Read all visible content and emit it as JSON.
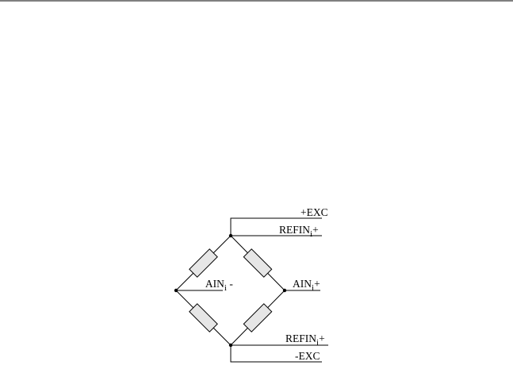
{
  "diagram": {
    "labels": {
      "plus_exc": "+EXC",
      "refin_top": {
        "main": "REFIN",
        "sub": "i",
        "suffix": "+"
      },
      "ain_minus": {
        "main": "AIN",
        "sub": "i",
        "suffix": " -"
      },
      "ain_plus": {
        "main": "AIN",
        "sub": "i",
        "suffix": "+"
      },
      "refin_bottom": {
        "main": "REFIN",
        "sub": "i",
        "suffix": "+"
      },
      "minus_exc": "-EXC"
    },
    "components": [
      "resistor-top-left",
      "resistor-top-right",
      "resistor-bottom-left",
      "resistor-bottom-right"
    ]
  }
}
